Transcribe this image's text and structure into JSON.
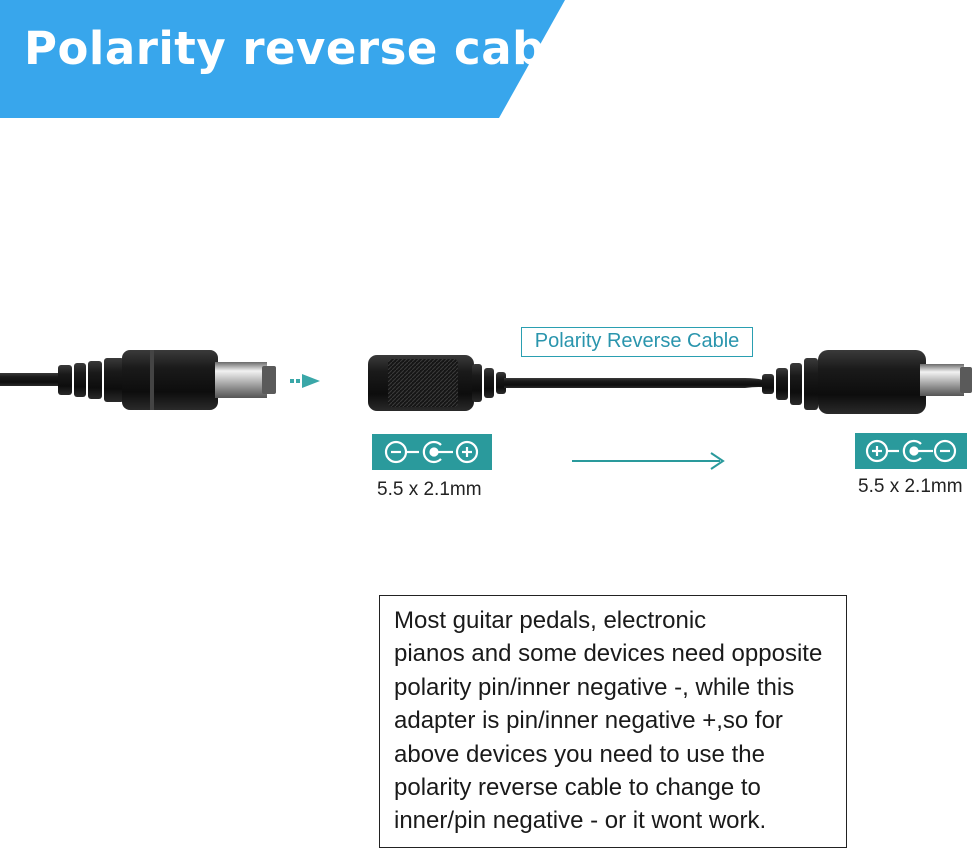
{
  "banner": {
    "title": "Polarity reverse cable",
    "color": "#38a6ec"
  },
  "cable": {
    "label": "Polarity Reverse Cable",
    "label_color": "#2a95ad"
  },
  "connector_left": {
    "polarity_icon": "center-negative-polarity-icon",
    "size": "5.5 x 2.1mm"
  },
  "connector_right": {
    "polarity_icon": "center-positive-polarity-icon",
    "size": "5.5 x 2.1mm"
  },
  "accent_color": "#2a9a9c",
  "description": "Most guitar pedals, electronic\npianos and some devices need opposite\npolarity pin/inner negative -, while this\nadapter is pin/inner negative +,so for\nabove devices you need to use the\npolarity reverse cable to change to\ninner/pin negative - or it wont work."
}
